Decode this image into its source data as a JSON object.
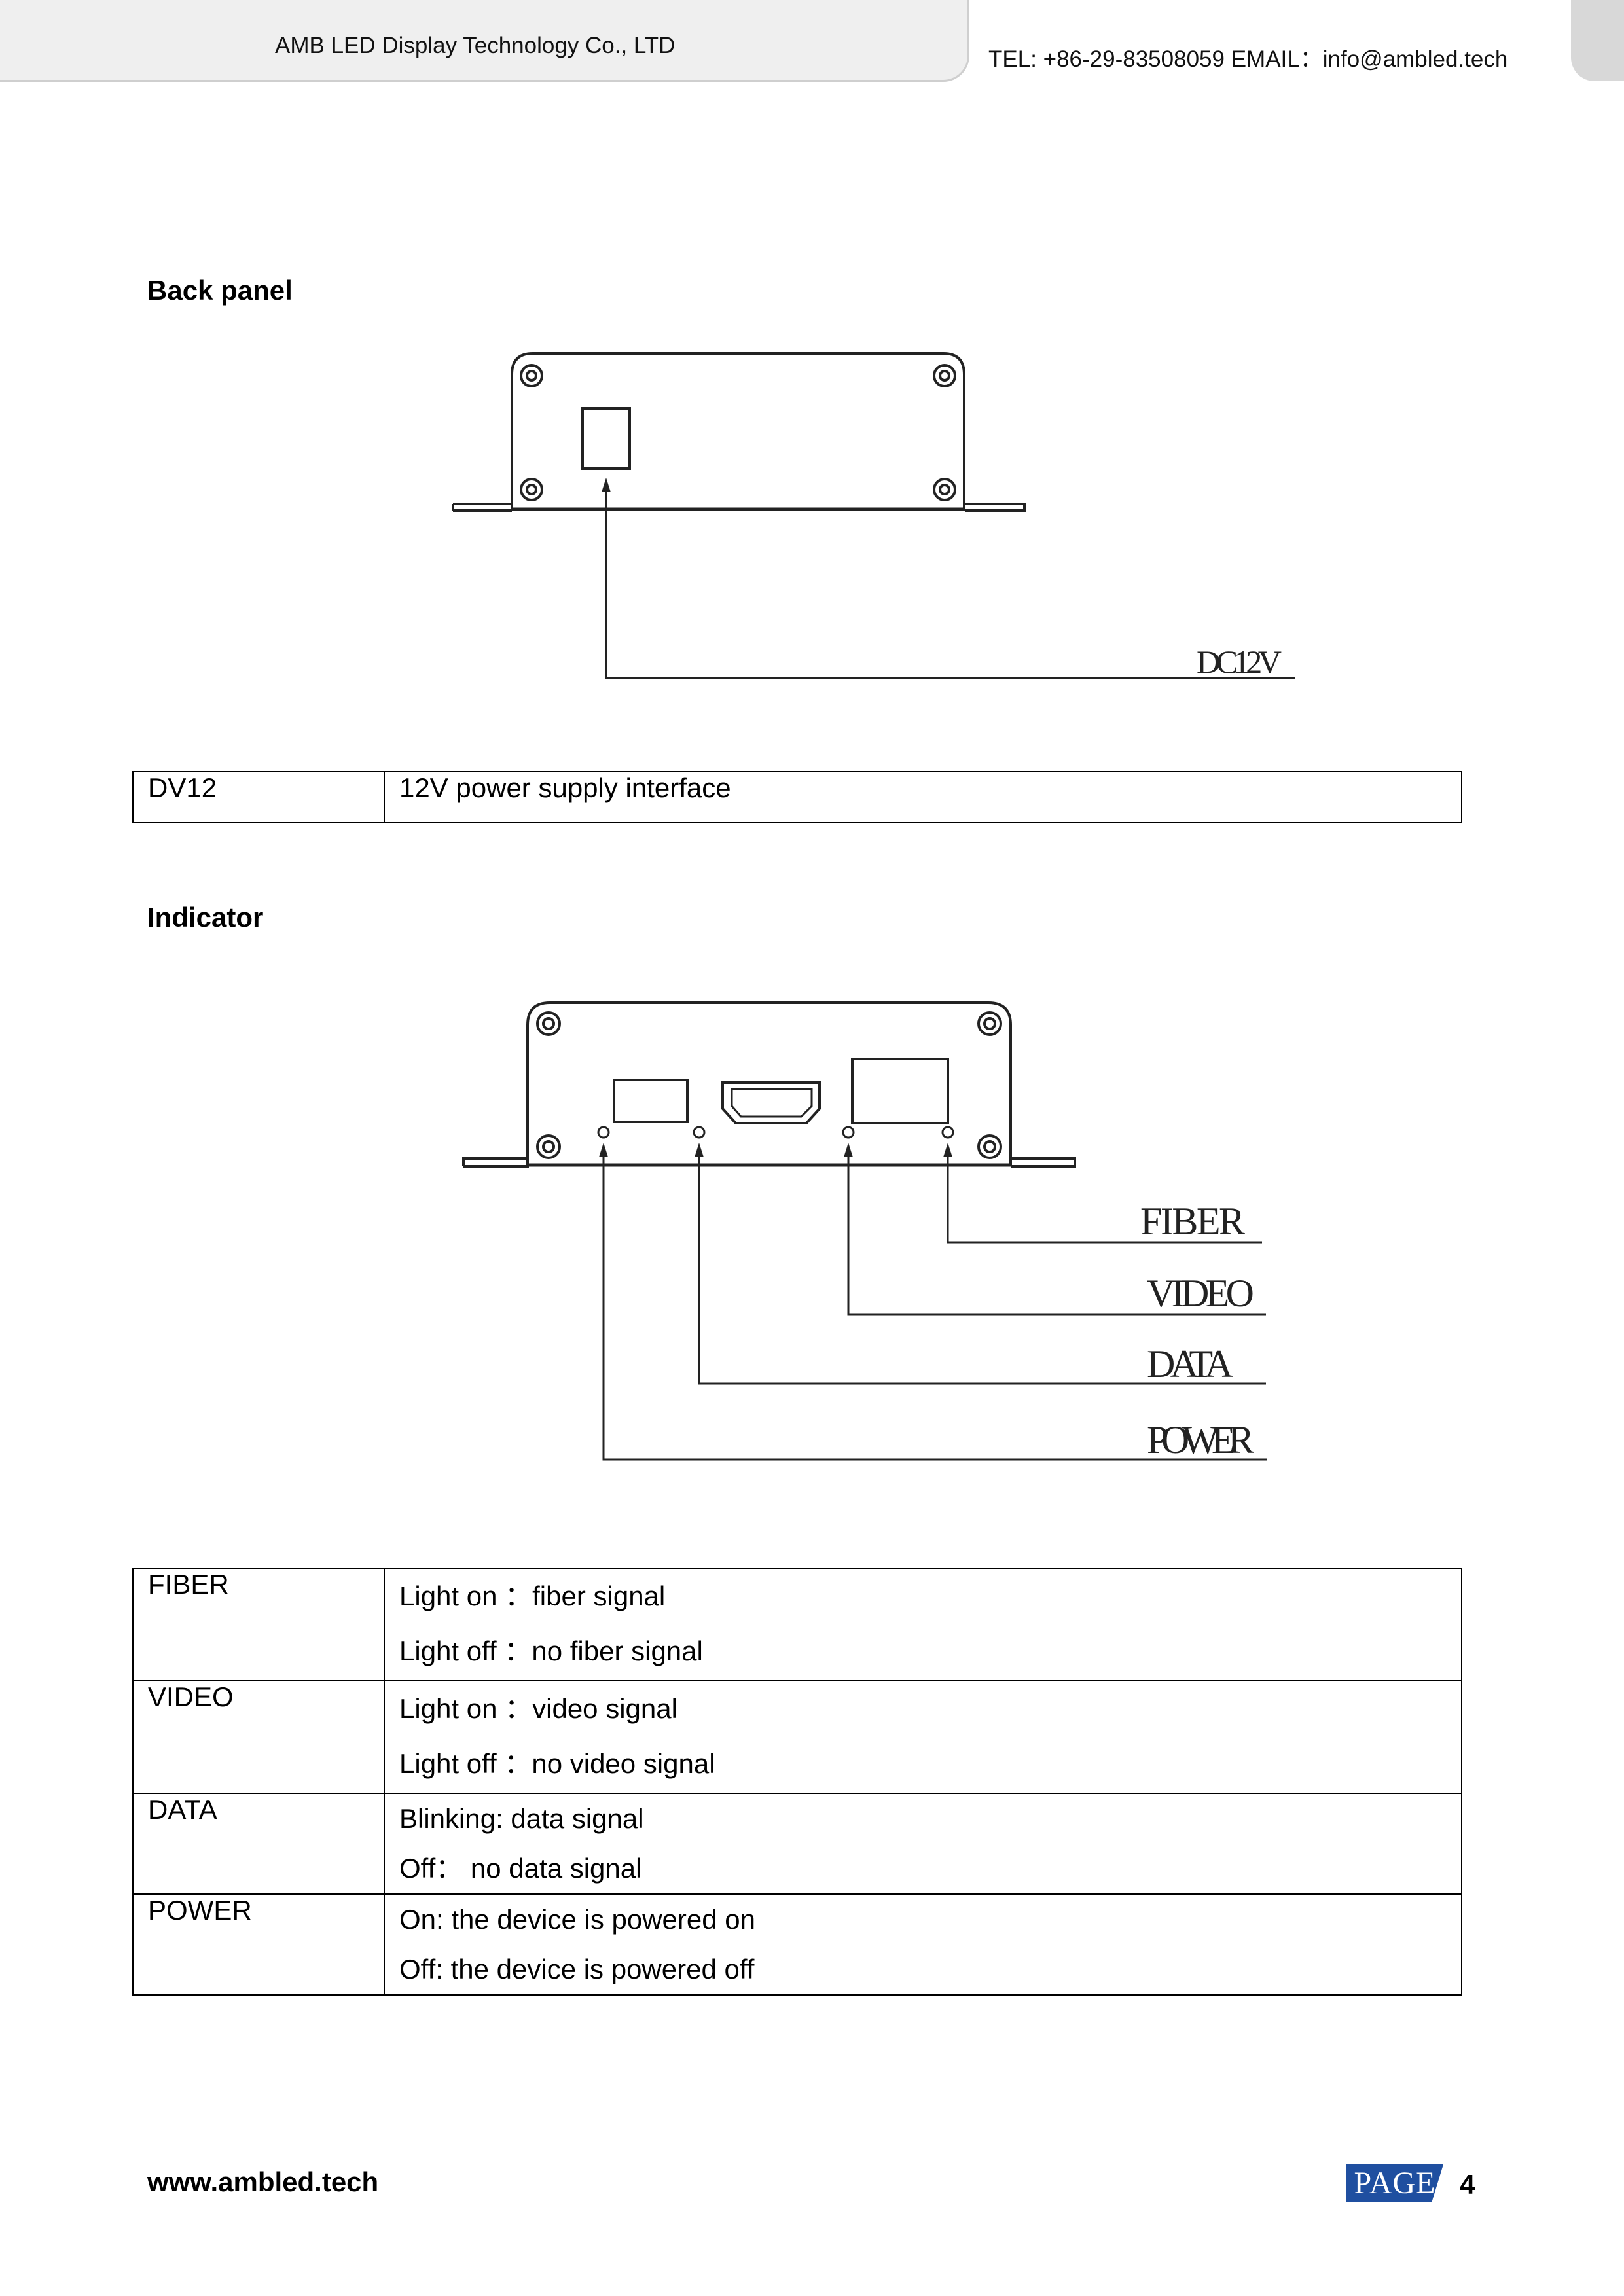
{
  "header": {
    "company": "AMB LED Display Technology Co., LTD",
    "contact": "TEL: +86-29-83508059  EMAIL：info@ambled.tech"
  },
  "back_panel": {
    "heading": "Back panel",
    "diagram_label": "DC12V",
    "table": [
      {
        "key": "DV12",
        "lines": [
          "12V power supply interface"
        ]
      }
    ]
  },
  "indicator": {
    "heading": "Indicator",
    "diagram_labels": [
      "FIBER",
      "VIDEO",
      "DATA",
      "POWER"
    ],
    "table": [
      {
        "key": "FIBER",
        "lines": [
          "Light on ：fiber signal",
          "Light off ：no fiber signal"
        ]
      },
      {
        "key": "VIDEO",
        "lines": [
          "Light on ：video signal",
          "Light off ：no video signal"
        ]
      },
      {
        "key": "DATA",
        "lines": [
          "Blinking: data signal",
          "Off：   no data signal"
        ]
      },
      {
        "key": "POWER",
        "lines": [
          "On: the device is powered on",
          "Off: the device is powered off"
        ]
      }
    ]
  },
  "footer": {
    "website": "www.ambled.tech",
    "page_label": "PAGE",
    "page_number": "4"
  }
}
